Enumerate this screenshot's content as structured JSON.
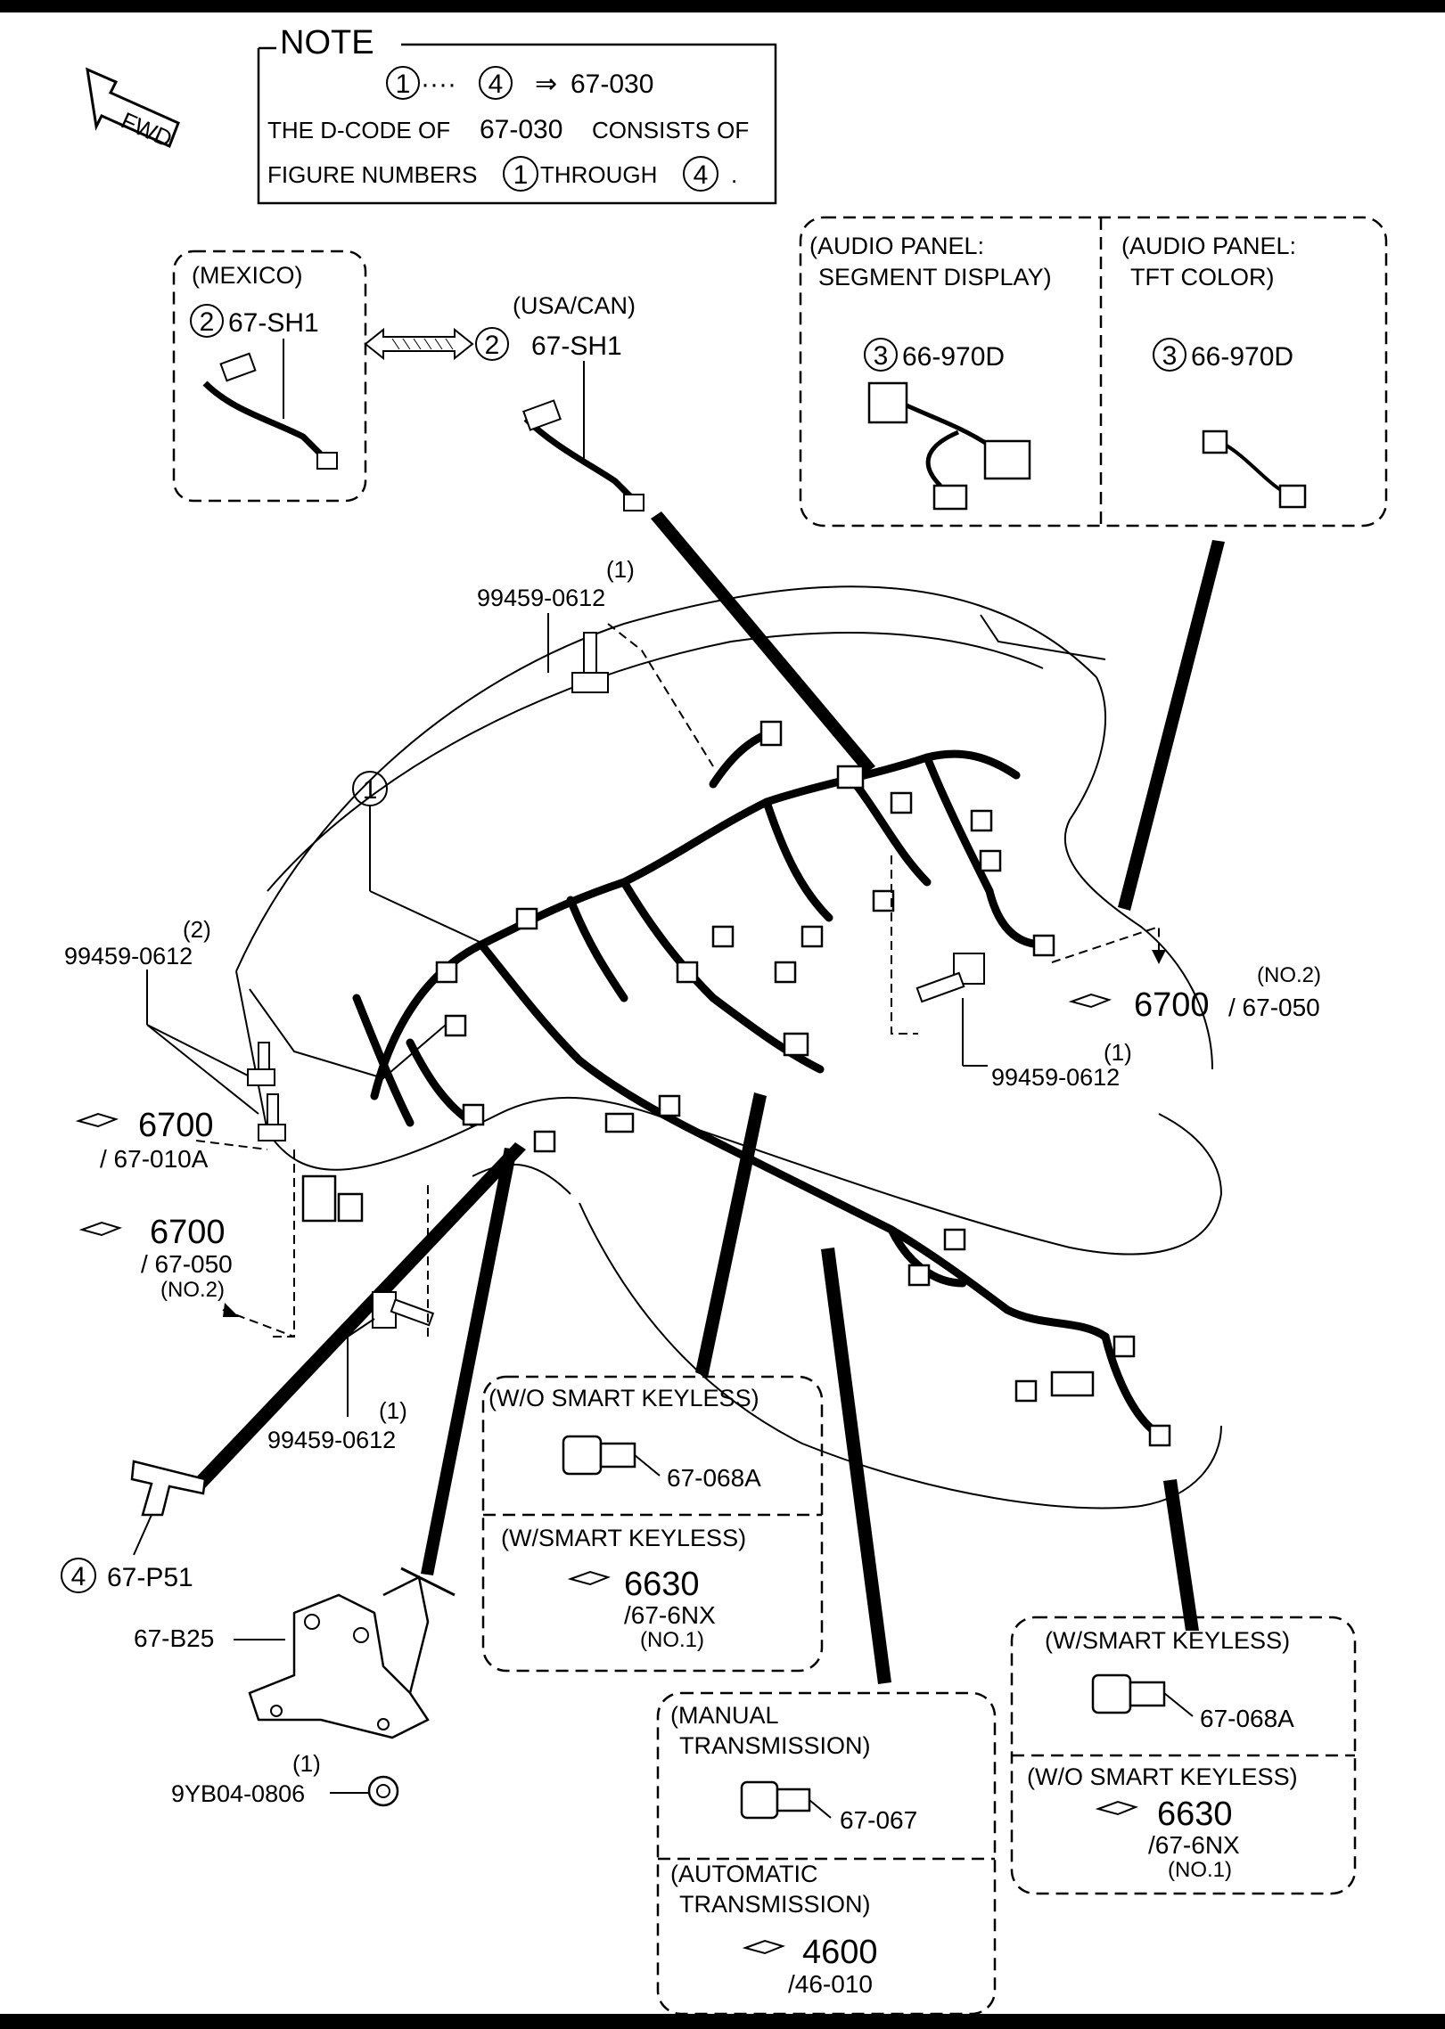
{
  "note": {
    "title": "NOTE",
    "range_from": "1",
    "range_dots": "····",
    "range_to": "4",
    "arrow": "⇒",
    "dcode": "67-030",
    "line2_a": "THE D-CODE OF",
    "line2_b": "67-030",
    "line2_c": "CONSISTS OF",
    "line3_a": "FIGURE NUMBERS",
    "line3_n1": "1",
    "line3_b": "THROUGH",
    "line3_n2": "4",
    "line3_c": "."
  },
  "fwd": "FWD",
  "mexico": {
    "label": "(MEXICO)",
    "num": "2",
    "code": "67-SH1"
  },
  "usacan": {
    "label": "(USA/CAN)",
    "num": "2",
    "code": "67-SH1"
  },
  "audio_seg": {
    "label1": "(AUDIO PANEL:",
    "label2": "SEGMENT DISPLAY)",
    "num": "3",
    "code": "66-970D"
  },
  "audio_tft": {
    "label1": "(AUDIO PANEL:",
    "label2": "TFT COLOR)",
    "num": "3",
    "code": "66-970D"
  },
  "main_num": "1",
  "bolts": {
    "top_qty": "(1)",
    "top_code": "99459-0612",
    "left_qty": "(2)",
    "left_code": "99459-0612",
    "right_qty": "(1)",
    "right_code": "99459-0612",
    "bottom_qty": "(1)",
    "bottom_code": "99459-0612",
    "nut_qty": "(1)",
    "nut_code": "9YB04-0806"
  },
  "refs": {
    "r1_num": "6700",
    "r1_sub": "/ 67-010A",
    "r2_num": "6700",
    "r2_sub": "/ 67-050",
    "r2_no": "(NO.2)",
    "r3_num": "6700",
    "r3_sub": "/ 67-050",
    "r3_no": "(NO.2)"
  },
  "p51": {
    "num": "4",
    "code": "67-P51"
  },
  "b25": "67-B25",
  "box_keyless_left": {
    "a_label": "(W/O SMART KEYLESS)",
    "a_code": "67-068A",
    "b_label": "(W/SMART KEYLESS)",
    "b_num": "6630",
    "b_sub": "/67-6NX",
    "b_no": "(NO.1)"
  },
  "box_trans": {
    "a_label1": "(MANUAL",
    "a_label2": "TRANSMISSION)",
    "a_code": "67-067",
    "b_label1": "(AUTOMATIC",
    "b_label2": "TRANSMISSION)",
    "b_num": "4600",
    "b_sub": "/46-010"
  },
  "box_keyless_right": {
    "a_label": "(W/SMART KEYLESS)",
    "a_code": "67-068A",
    "b_label": "(W/O SMART KEYLESS)",
    "b_num": "6630",
    "b_sub": "/67-6NX",
    "b_no": "(NO.1)"
  }
}
